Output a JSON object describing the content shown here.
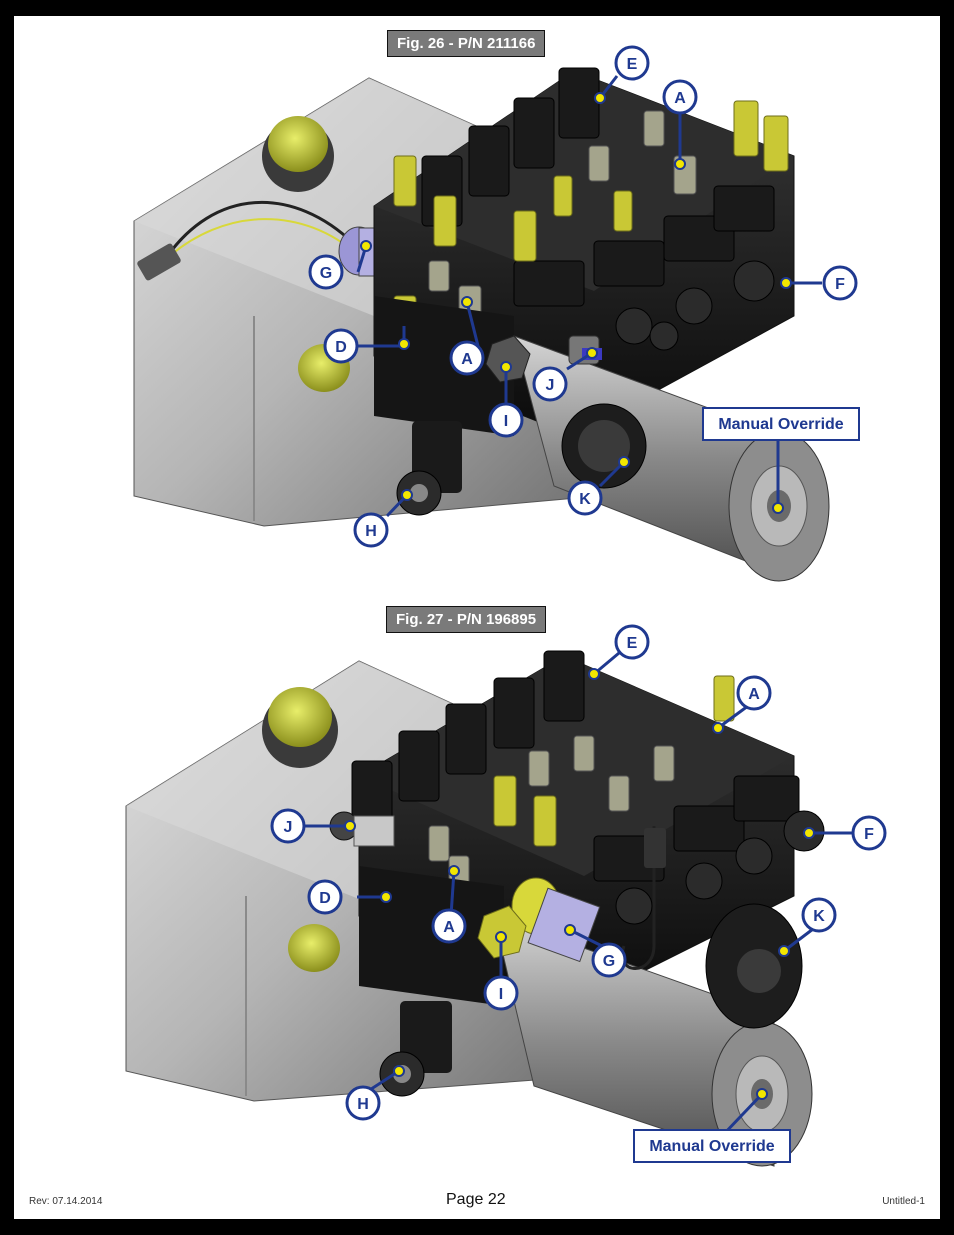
{
  "figures": [
    {
      "title": "Fig. 26 - P/N 211166",
      "callouts": [
        "E",
        "A",
        "G",
        "F",
        "D",
        "A",
        "J",
        "I",
        "K",
        "H"
      ],
      "manual_override": "Manual Override"
    },
    {
      "title": "Fig. 27 - P/N 196895",
      "callouts": [
        "E",
        "A",
        "J",
        "F",
        "D",
        "A",
        "K",
        "G",
        "I",
        "H"
      ],
      "manual_override": "Manual Override"
    }
  ],
  "footer": {
    "revision": "Rev: 07.14.2014",
    "page": "Page 22",
    "file": "Untitled-1"
  },
  "colors": {
    "callout_blue": "#1f3990",
    "dot_yellow": "#f2e600",
    "title_gray": "#7a7a7a",
    "fitting_yellow": "#d8d83a"
  }
}
